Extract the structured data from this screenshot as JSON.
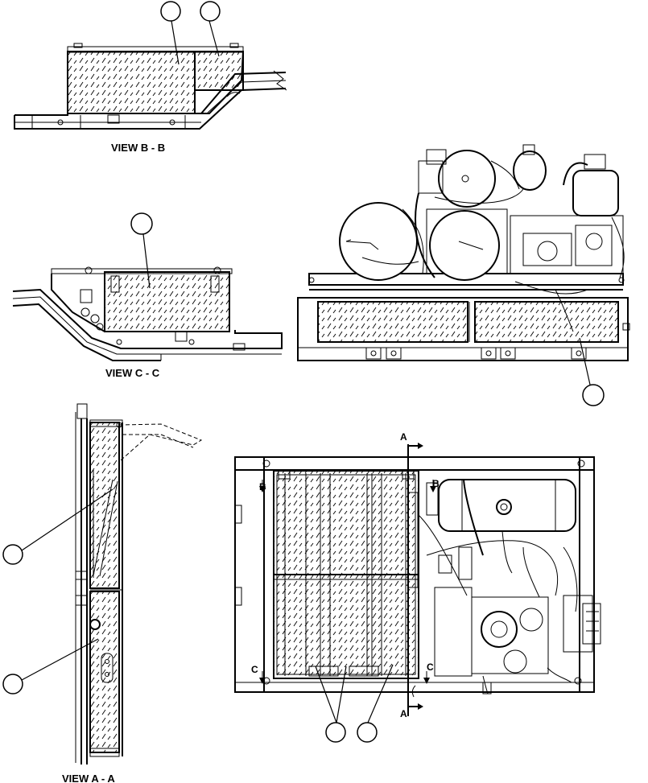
{
  "views": {
    "view_bb": "VIEW B - B",
    "view_cc": "VIEW C - C",
    "view_aa": "VIEW A - A"
  },
  "section_markers": {
    "a_top": "A",
    "a_bottom": "A",
    "b_left": "B",
    "b_right": "B",
    "c_left": "C",
    "c_right": "C"
  }
}
